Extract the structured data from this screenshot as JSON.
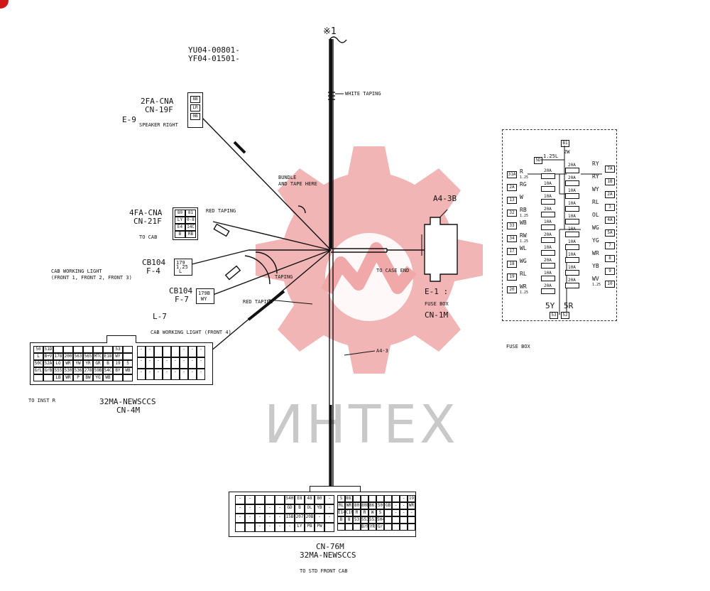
{
  "page": {
    "part_numbers": [
      "YU04-00801-",
      "YF04-01501-"
    ],
    "note_mark": "※1"
  },
  "watermark": {
    "text": "ИНТЕХ",
    "color": "#e03c3c",
    "text_color": "#c9c9c9"
  },
  "labels": {
    "white_taping": "WHITE TAPING",
    "bundle_tape": [
      "BUNDLE",
      "AND TAPE HERE"
    ],
    "red_taping_1": "RED TAPING",
    "red_taping_2": "RED TAPING",
    "taping": "TAPING",
    "to_case_end": "TO CASE END",
    "a4_3b": "A4-3B",
    "a4_3": "A4-3",
    "to_cab": "TO CAB",
    "cab_working_light_1": [
      "CAB WORKING LIGHT",
      "(FRONT 1, FRONT 2, FRONT 3)"
    ],
    "cab_working_light_4": "CAB WORKING LIGHT (FRONT 4)",
    "to_inst_r": "TO INST R",
    "to_std_front_cab": "TO STD FRONT CAB",
    "fuse_box_caption": "FUSE BOX"
  },
  "connectors": {
    "speaker": {
      "name": "2FA-CNA",
      "code": "CN-19F",
      "ref": "E-9",
      "desc": "SPEAKER RIGHT",
      "pins": [
        "8B",
        "LR",
        "0B"
      ]
    },
    "cn21": {
      "name": "4FA-CNA",
      "code": "CN-21F",
      "pins": [
        "80",
        "81",
        "LY",
        "0-8",
        "E4",
        "14C",
        "B",
        "RB"
      ]
    },
    "cb104_f4": {
      "name": "CB104",
      "code": "F-4",
      "pins": [
        "179",
        "1.25",
        "L"
      ]
    },
    "cb104_f7": {
      "name": "CB104",
      "code": "F-7",
      "pins": [
        "179B",
        "WY"
      ]
    },
    "fuse_cn1m": {
      "ref": "E-1 :",
      "name": "FUSE BOX",
      "code": "CN-1M"
    },
    "cn4m": {
      "ref": "L-7",
      "name": "32MA-NEWSCCS",
      "code": "CN-4M",
      "left_rows": [
        [
          "50",
          "51D",
          "",
          "",
          "",
          "",
          "",
          "",
          "53",
          ""
        ],
        [
          "L",
          "B+V",
          "178",
          "200",
          "563",
          "565",
          "MTC",
          "E18",
          "WY",
          ""
        ],
        [
          "50C",
          "52A",
          "LO",
          "WR",
          "YW",
          "YR",
          "GR",
          "B",
          "19",
          "5"
        ],
        [
          "GrL",
          "GrB",
          "555",
          "530",
          "536",
          "278",
          "59B",
          "54C",
          "BY",
          "WB"
        ],
        [
          "",
          "",
          "LB",
          "WR",
          "P",
          "BW",
          "YG",
          "WB",
          "",
          ""
        ]
      ],
      "right_rows": [
        [
          "-",
          "-",
          "",
          "",
          "",
          "-",
          "-",
          "-"
        ],
        [
          "-",
          "-",
          "-",
          "-",
          "-",
          "-",
          "-",
          "-"
        ],
        [
          "-",
          "-",
          "-",
          "-",
          "-",
          "-",
          "-",
          "-"
        ]
      ]
    },
    "cn76m": {
      "code": "CN-76M",
      "name": "32MA-NEWSCCS",
      "left_rows": [
        [
          "-",
          "-",
          "",
          "",
          "",
          "S40",
          "E8",
          "48",
          "80",
          "-"
        ],
        [
          "-",
          "-",
          "-",
          "-",
          "-",
          "GD",
          "B",
          "OL",
          "YB",
          "-"
        ],
        [
          "-",
          "-",
          "-",
          "-",
          "-",
          "15B",
          "207",
          "20B",
          "-",
          "-"
        ],
        [
          "",
          "",
          "-",
          "-",
          "-",
          "-",
          "LY",
          "PB",
          "PW",
          ""
        ]
      ],
      "right_rows": [
        [
          "S",
          "881R",
          "",
          "",
          "",
          "",
          "",
          "",
          "-",
          "19"
        ],
        [
          "RL",
          "WR",
          "80",
          "80B",
          "861",
          "50",
          "GB",
          "-",
          "-",
          "WR"
        ],
        [
          "E14",
          "C10",
          "R",
          "R",
          "W",
          "S",
          "",
          "-",
          "-",
          "-"
        ],
        [
          "B",
          "8",
          "53",
          "5536",
          "5537",
          "5H4",
          "",
          "",
          "",
          ""
        ],
        [
          "",
          "",
          "",
          "BrR",
          "YR",
          "Gr",
          "",
          "",
          "",
          ""
        ]
      ]
    }
  },
  "fuse_box": {
    "top_terminals": [
      "B1",
      "5D",
      "1.25L",
      "2W"
    ],
    "left": [
      {
        "term": "31A",
        "wire": "R",
        "gauge": "1.25",
        "fuse": "20A"
      },
      {
        "term": "2A",
        "wire": "RG",
        "gauge": "",
        "fuse": "10A"
      },
      {
        "term": "13",
        "wire": "W",
        "gauge": "",
        "fuse": "10A"
      },
      {
        "term": "32",
        "wire": "RB",
        "gauge": "1.25",
        "fuse": "20A"
      },
      {
        "term": "33",
        "wire": "WB",
        "gauge": "",
        "fuse": "10A"
      },
      {
        "term": "34",
        "wire": "RW",
        "gauge": "1.25",
        "fuse": "20A"
      },
      {
        "term": "17",
        "wire": "WL",
        "gauge": "",
        "fuse": "10A"
      },
      {
        "term": "18",
        "wire": "WG",
        "gauge": "",
        "fuse": "20A"
      },
      {
        "term": "19",
        "wire": "RL",
        "gauge": "",
        "fuse": "10A"
      },
      {
        "term": "20",
        "wire": "WR",
        "gauge": "1.25",
        "fuse": "20A"
      }
    ],
    "right": [
      {
        "term": "7A",
        "wire": "RY",
        "gauge": "",
        "fuse": "20A"
      },
      {
        "term": "1B",
        "wire": "RY",
        "gauge": "",
        "fuse": "20A"
      },
      {
        "term": "2A",
        "wire": "WY",
        "gauge": "",
        "fuse": "10A"
      },
      {
        "term": "3",
        "wire": "RL",
        "gauge": "",
        "fuse": "10A"
      },
      {
        "term": "4A",
        "wire": "OL",
        "gauge": "",
        "fuse": "10A"
      },
      {
        "term": "5A",
        "wire": "WG",
        "gauge": "",
        "fuse": "10A"
      },
      {
        "term": "7",
        "wire": "YG",
        "gauge": "",
        "fuse": "10A"
      },
      {
        "term": "8",
        "wire": "WR",
        "gauge": "",
        "fuse": "10A"
      },
      {
        "term": "9",
        "wire": "YB",
        "gauge": "",
        "fuse": "10A"
      },
      {
        "term": "10",
        "wire": "WV",
        "gauge": "1.25",
        "fuse": "20A"
      }
    ],
    "bottom_labels": [
      "5Y",
      "5R"
    ],
    "bottom_terminals": [
      "53",
      "52"
    ]
  }
}
